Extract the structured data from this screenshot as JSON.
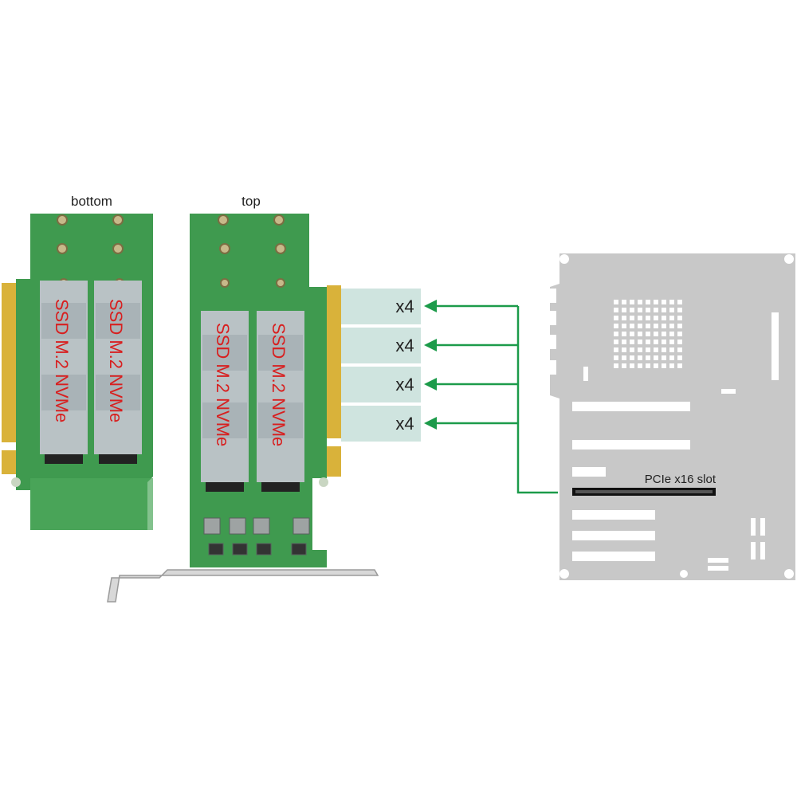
{
  "labels": {
    "bottom": "bottom",
    "top": "top",
    "slot": "PCIe x16 slot"
  },
  "ssd_label": "SSD M.2 NVMe",
  "lanes": [
    "x4",
    "x4",
    "x4",
    "x4"
  ],
  "colors": {
    "pcb": "#3f9a4f",
    "pcb_dark": "#2f7d3e",
    "gold": "#d9b23a",
    "ssd": "#b9c2c5",
    "ssd_text": "#d81f1f",
    "lane_bg": "#cfe4df",
    "arrow": "#1c9b4a",
    "board": "#c8c8c8",
    "slot": "#111111"
  }
}
